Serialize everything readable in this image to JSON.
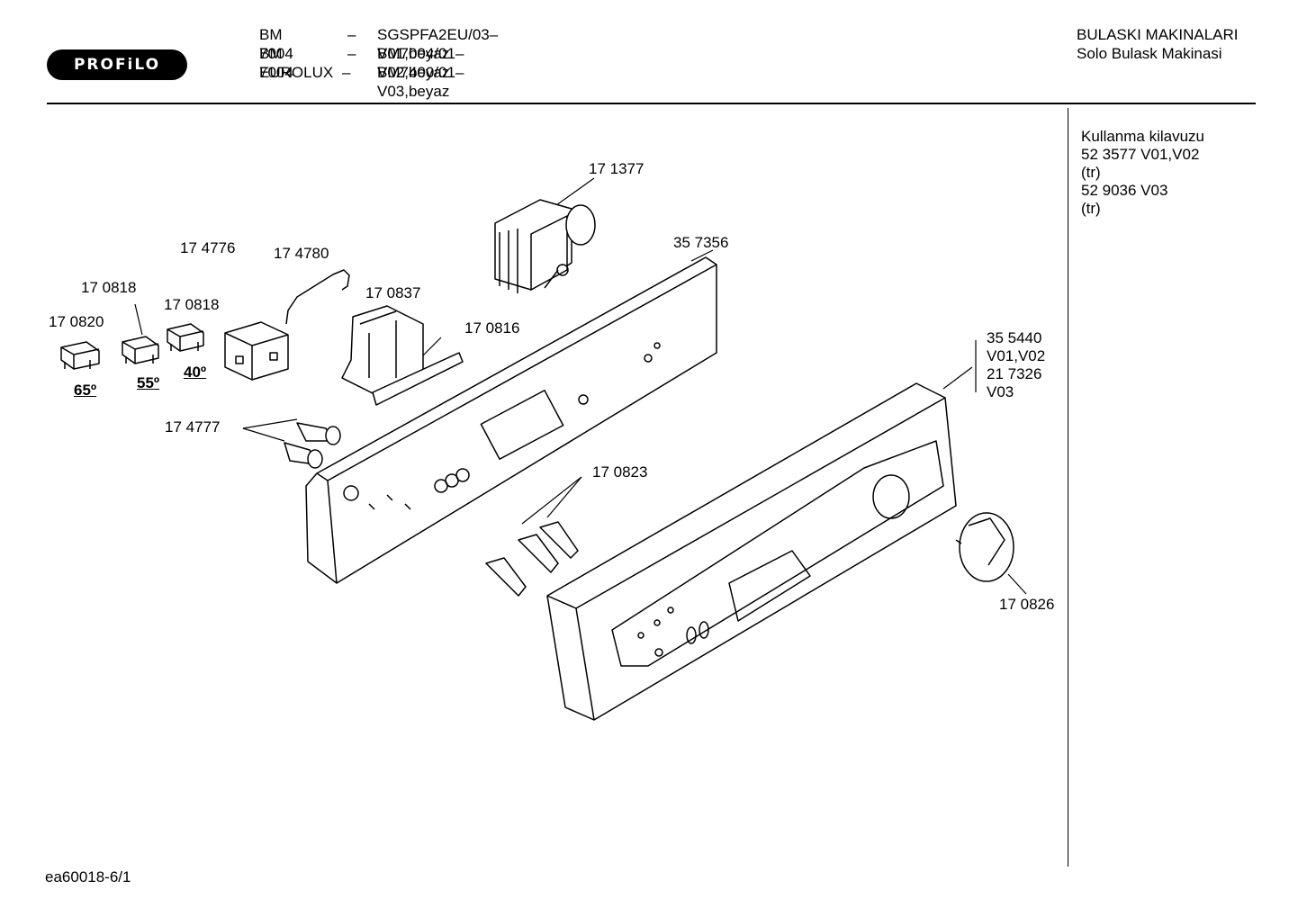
{
  "logo": "PROFiLO",
  "header": {
    "models": [
      {
        "model": "BM 7004",
        "dash": "–",
        "code": "SGSPFA2EU/03–V01,beyaz"
      },
      {
        "model": "BM 7004",
        "dash": "–",
        "code": "BM7004/01–V02,beyaz"
      },
      {
        "model": "EUROLUX",
        "dash": "–",
        "code": "BM7400/01–V03,beyaz"
      }
    ],
    "category": "BULASKI MAKINALARI",
    "subcategory": "Solo Bulask Makinasi"
  },
  "sidebar": {
    "lines": [
      "Kullanma kilavuzu",
      "52 3577 V01,V02",
      "(tr)",
      "52 9036 V03",
      "(tr)"
    ]
  },
  "parts": {
    "p171377": "17 1377",
    "p357356": "35 7356",
    "p174776": "17 4776",
    "p174780": "17 4780",
    "p170818a": "17 0818",
    "p170818b": "17 0818",
    "p170837": "17 0837",
    "p170820": "17 0820",
    "p170816": "17 0816",
    "p355440": "35 5440",
    "v0102": "V01,V02",
    "p217326": "21 7326",
    "v03": "V03",
    "p174777": "17 4777",
    "p170823": "17 0823",
    "p170826": "17 0826"
  },
  "temps": {
    "t65": "65º",
    "t55": "55º",
    "t40": "40º"
  },
  "footer": "ea60018-6/1"
}
